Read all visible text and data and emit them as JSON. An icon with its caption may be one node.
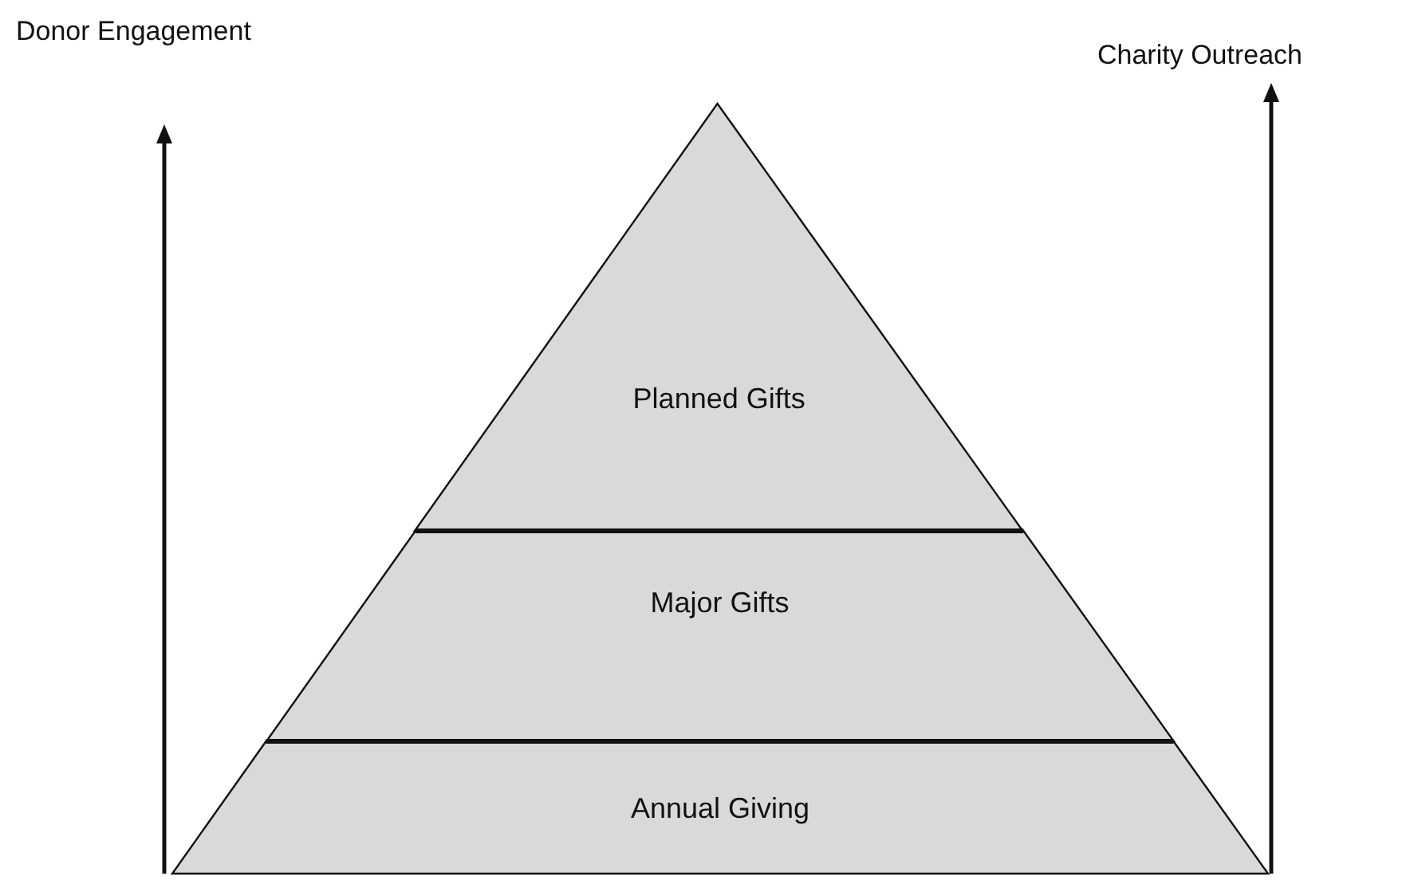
{
  "diagram": {
    "nodes": [
      {
        "text": [
          "Planned Gifts"
        ]
      },
      {
        "text": [
          "Major Gifts"
        ]
      },
      {
        "text": [
          "Annual Giving"
        ]
      }
    ],
    "labels": [
      "Donor Engagement",
      "Charity Outreach"
    ]
  }
}
